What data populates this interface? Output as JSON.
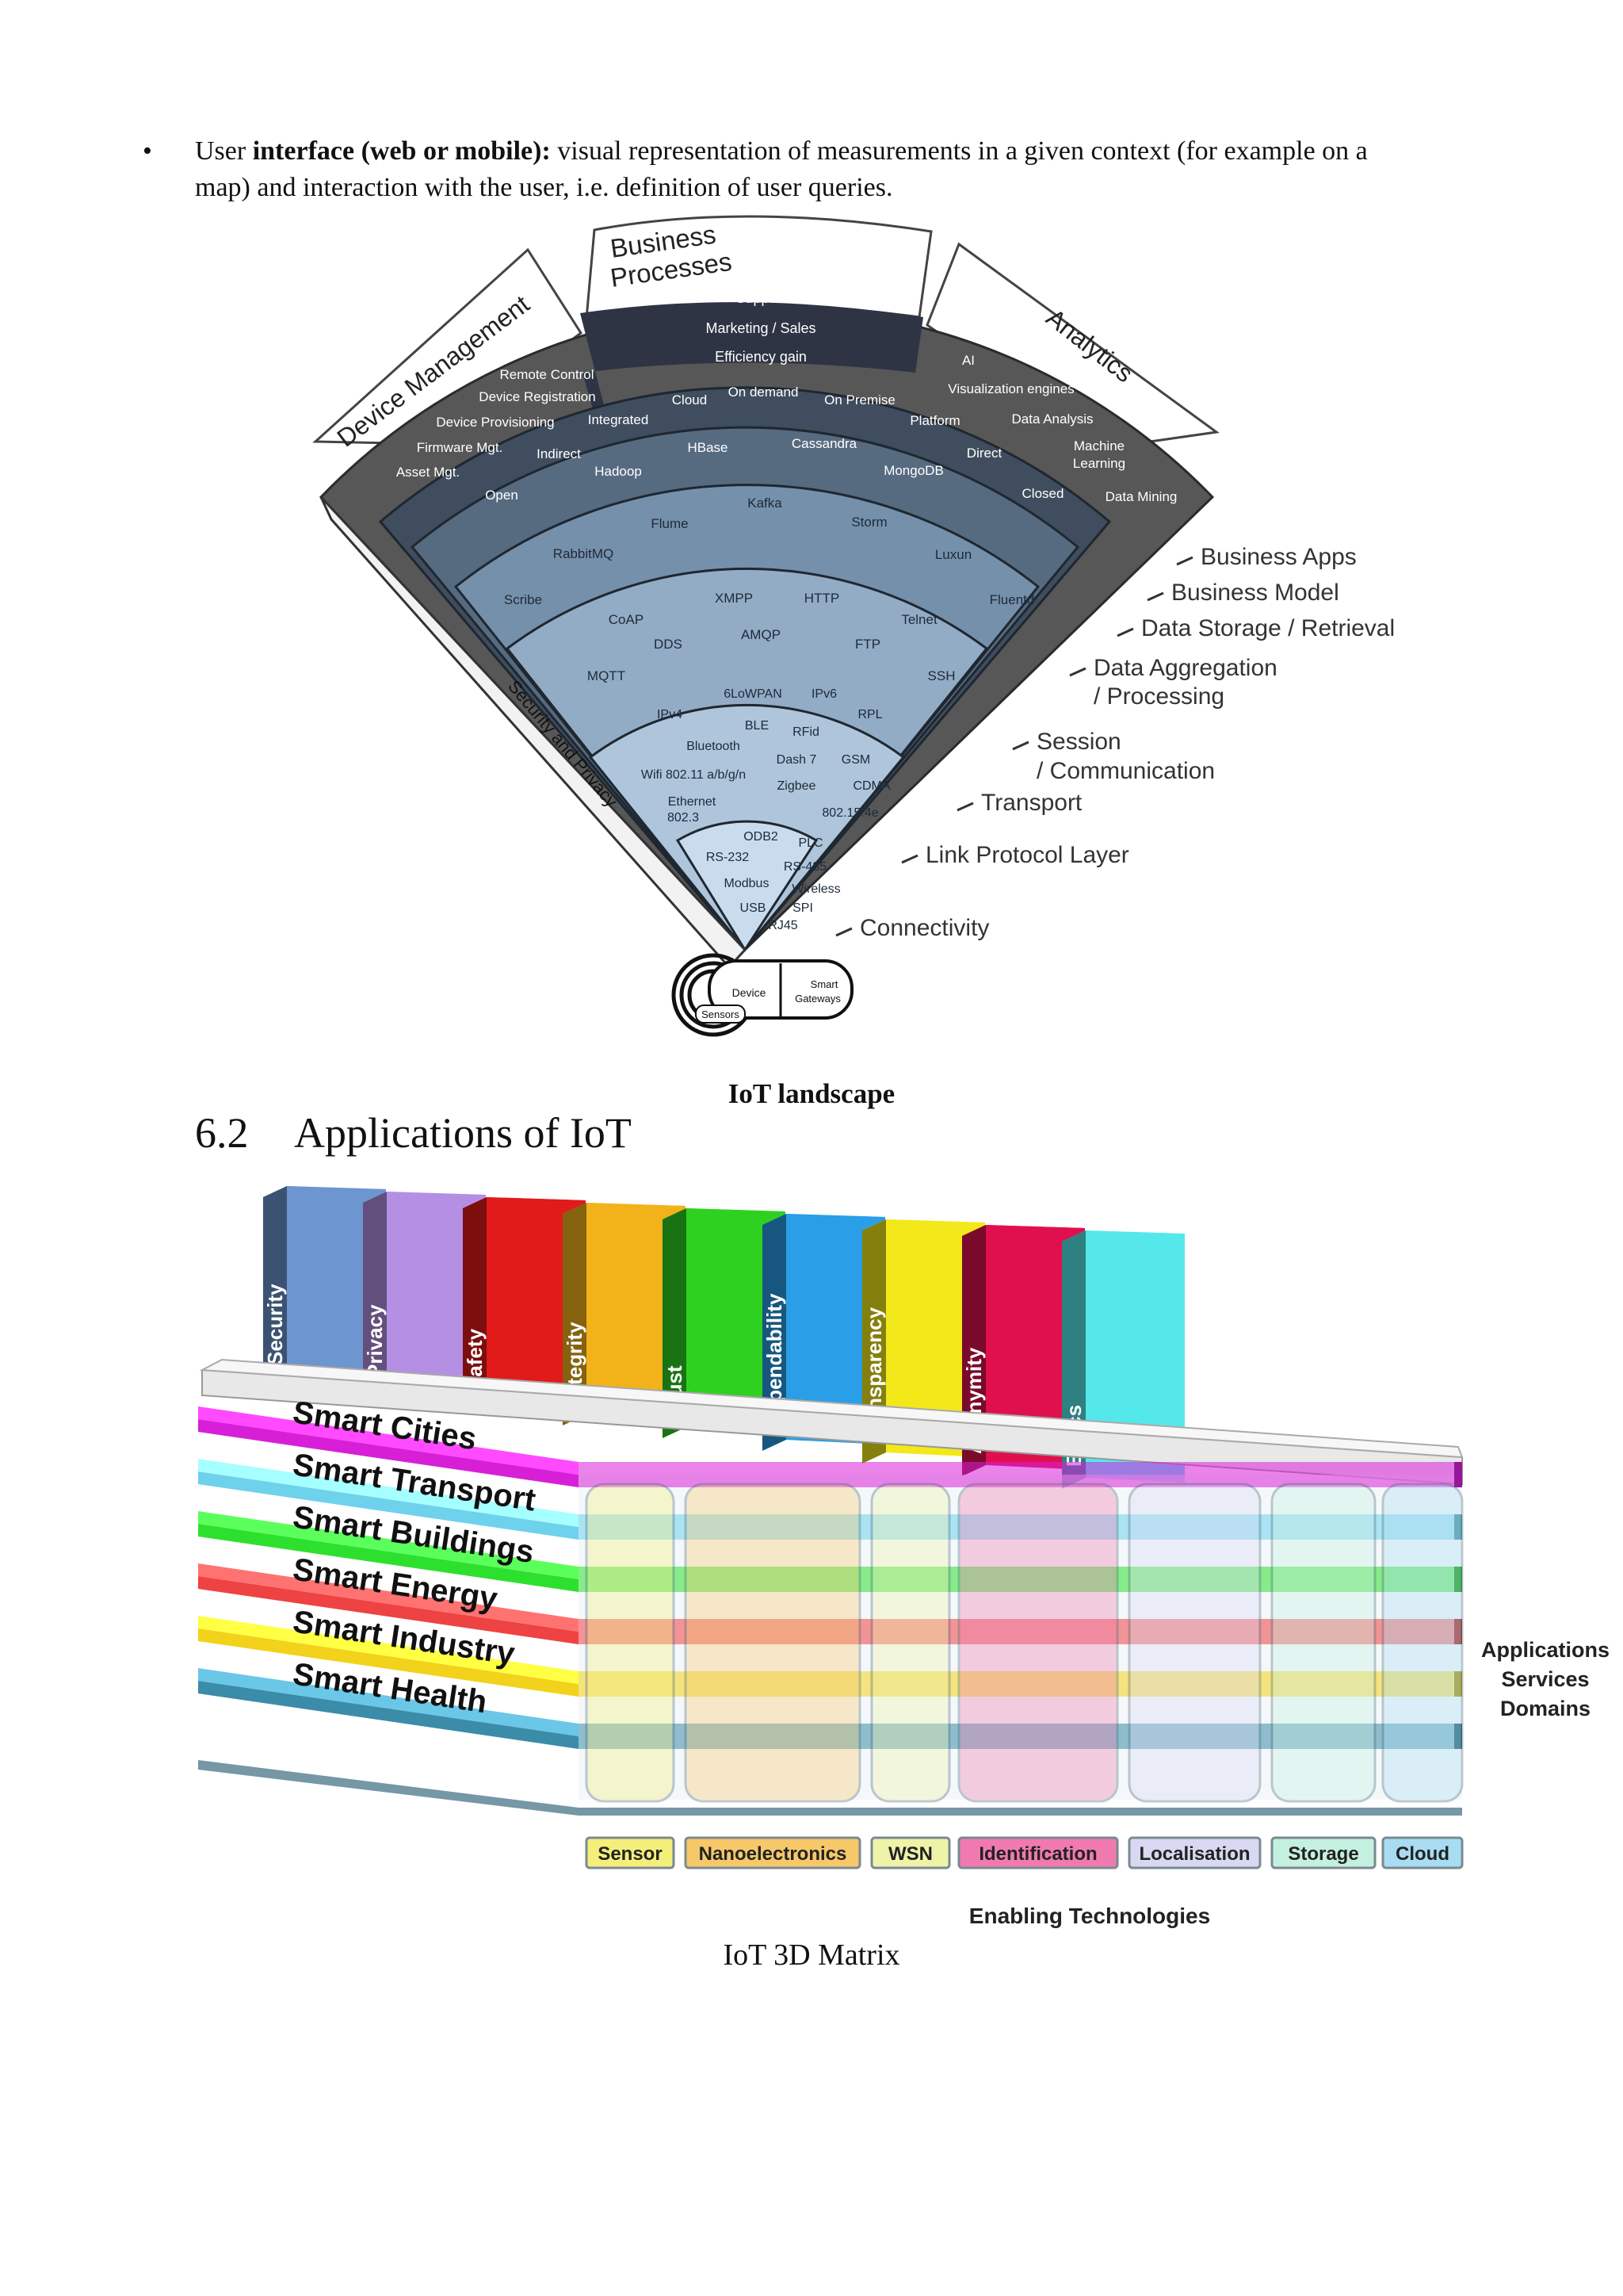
{
  "bullet": {
    "symbol": "•",
    "prefix": "User ",
    "bold_term": "interface (web or mobile):",
    "line1_rest": " visual representation of measurements in a given context (for example on a",
    "line2": "map) and interaction with the user, i.e. definition of user queries."
  },
  "landscape": {
    "caption": "IoT landscape",
    "tabs": {
      "device_management": "Device Management",
      "business_processes_1": "Business",
      "business_processes_2": "Processes",
      "analytics": "Analytics"
    },
    "security": "Security and Privacy",
    "business_items": [
      "Support",
      "Marketing / Sales",
      "Efficiency gain"
    ],
    "device_items": [
      "Remote Control",
      "Device Registration",
      "Device Provisioning",
      "Firmware Mgt.",
      "Asset Mgt."
    ],
    "analytics_items": [
      "AI",
      "Visualization engines",
      "Data Analysis",
      "Machine",
      "Learning",
      "Data Mining"
    ],
    "model_items": [
      "Cloud",
      "On demand",
      "On Premise",
      "Integrated",
      "Platform",
      "Indirect",
      "Direct",
      "Open",
      "Closed"
    ],
    "storage_items": [
      "HBase",
      "Cassandra",
      "Hadoop",
      "MongoDB"
    ],
    "aggregation_items": [
      "Kafka",
      "Flume",
      "Storm",
      "RabbitMQ",
      "Luxun",
      "Scribe",
      "Fluentd"
    ],
    "session_items": [
      "XMPP",
      "HTTP",
      "CoAP",
      "Telnet",
      "AMQP",
      "DDS",
      "FTP",
      "MQTT",
      "SSH"
    ],
    "transport_items": [
      "6LoWPAN",
      "IPv6",
      "IPv4",
      "RPL",
      "BLE",
      "RFid",
      "Bluetooth",
      "Dash 7",
      "GSM",
      "Wifi 802.11 a/b/g/n",
      "Zigbee",
      "CDMA",
      "Ethernet",
      "802.3",
      "802.15.4e"
    ],
    "connectivity_items": [
      "ODB2",
      "PLC",
      "RS-232",
      "RS-485",
      "Modbus",
      "Wireless",
      "USB",
      "SPI",
      "RJ45"
    ],
    "base": {
      "device": "Device",
      "smart1": "Smart",
      "smart2": "Gateways",
      "sensors": "Sensors"
    },
    "layers": {
      "apps": "Business Apps",
      "model": "Business Model",
      "storage": "Data Storage / Retrieval",
      "agg1": "Data Aggregation",
      "agg2": "/ Processing",
      "session1": "Session",
      "session2": "/ Communication",
      "transport": "Transport",
      "link": "Link Protocol Layer",
      "connectivity": "Connectivity"
    },
    "colors": {
      "apps": "#575757",
      "business": "#2e3444",
      "model": "#3f4d5e",
      "storage": "#576b80",
      "agg": "#7590ab",
      "session": "#92acc6",
      "transport": "#aec5db",
      "connectivity": "#c9dcee"
    }
  },
  "heading": {
    "number": "6.2",
    "title": "Applications of IoT"
  },
  "matrix": {
    "caption": "IoT 3D Matrix",
    "pillars": [
      {
        "label": "Security",
        "color": "#6d95cf"
      },
      {
        "label": "Privacy",
        "color": "#b48fe4"
      },
      {
        "label": "Safety",
        "color": "#e11a1a"
      },
      {
        "label": "Integrity",
        "color": "#f2b21a"
      },
      {
        "label": "Trust",
        "color": "#2fd121"
      },
      {
        "label": "Dependability",
        "color": "#2a9ee6"
      },
      {
        "label": "Transparency",
        "color": "#f2e81a"
      },
      {
        "label": "Anonymity",
        "color": "#e0104e"
      },
      {
        "label": "Ethics",
        "color": "#55e8ea"
      }
    ],
    "domains": [
      {
        "label": "Smart Cities",
        "color": "#d81fd8"
      },
      {
        "label": "Smart Transport",
        "color": "#6fd2ec"
      },
      {
        "label": "Smart Buildings",
        "color": "#2ee02e"
      },
      {
        "label": "Smart Energy",
        "color": "#ef4242"
      },
      {
        "label": "Smart Industry",
        "color": "#f2d21a"
      },
      {
        "label": "Smart Health",
        "color": "#3b8ca8"
      }
    ],
    "technologies": [
      {
        "label": "Sensor",
        "color": "#f4ef7a"
      },
      {
        "label": "Nanoelectronics",
        "color": "#f6c86a"
      },
      {
        "label": "WSN",
        "color": "#eef3a8"
      },
      {
        "label": "Identification",
        "color": "#f07ab0"
      },
      {
        "label": "Localisation",
        "color": "#d8d8f2"
      },
      {
        "label": "Storage",
        "color": "#c4f0e0"
      },
      {
        "label": "Cloud",
        "color": "#a8dcf2"
      }
    ],
    "side_label": [
      "Applications",
      "Services",
      "Domains"
    ],
    "bottom_label": "Enabling Technologies"
  }
}
